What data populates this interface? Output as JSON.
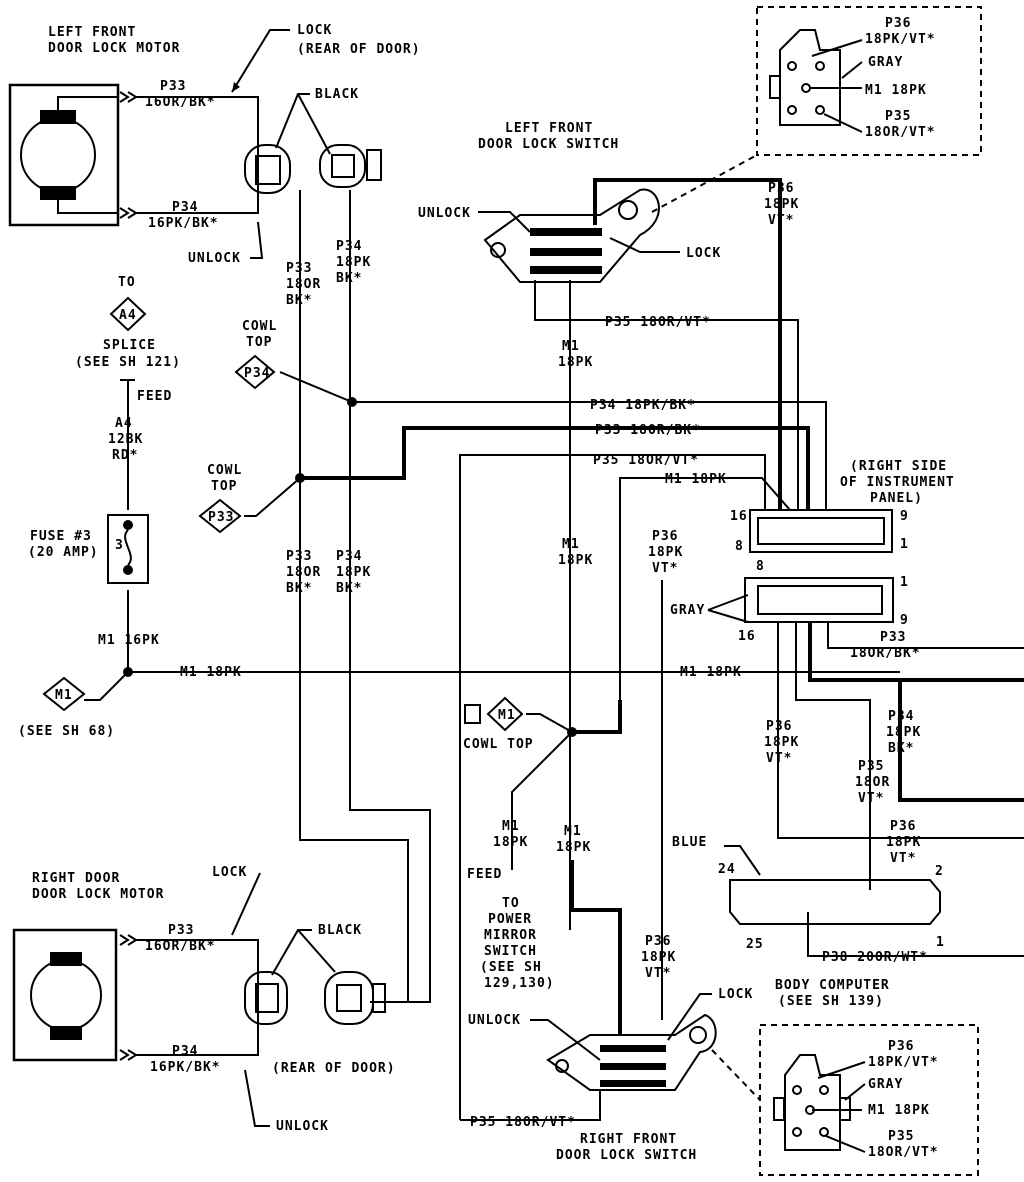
{
  "labels": {
    "lf_motor_title_1": "LEFT FRONT",
    "lf_motor_title_2": "DOOR LOCK MOTOR",
    "lf_lock": "LOCK",
    "lf_rear_of_door": "(REAR OF DOOR)",
    "lf_p33": "P33",
    "lf_p33_wire": "16OR/BK*",
    "lf_black": "BLACK",
    "lf_p34": "P34",
    "lf_p34_wire": "16PK/BK*",
    "lf_unlock": "UNLOCK",
    "v_p33_a": "P33",
    "v_p33_b": "18OR",
    "v_p33_c": "BK*",
    "v_p34_a": "P34",
    "v_p34_b": "18PK",
    "v_p34_c": "BK*",
    "to": "TO",
    "a4": "A4",
    "splice": "SPLICE",
    "see_sh_121": "(SEE SH 121)",
    "feed": "FEED",
    "a4_b": "A4",
    "a4_12bk": "12BK",
    "a4_rd": "RD*",
    "fuse3": "FUSE #3",
    "fuse_amp": "(20 AMP)",
    "fuse_pin": "3",
    "m1_16pk": "M1  16PK",
    "m1": "M1",
    "see_sh_68": "(SEE SH 68)",
    "cowl_top": "COWL",
    "cowl_top_2": "TOP",
    "p34_tag": "P34",
    "p33_tag": "P33",
    "lf_switch_1": "LEFT FRONT",
    "lf_switch_2": "DOOR LOCK SWITCH",
    "sw_unlock": "UNLOCK",
    "sw_lock": "LOCK",
    "inset_p36": "P36",
    "inset_p36_wire": "18PK/VT*",
    "inset_gray": "GRAY",
    "inset_m1": "M1  18PK",
    "inset_p35": "P35",
    "inset_p35_wire": "18OR/VT*",
    "p36_v1": "P36",
    "p36_v2": "18PK",
    "p36_v3": "VT*",
    "p35_h": "P35  18OR/VT*",
    "m1_v1": "M1",
    "m1_v2": "18PK",
    "bus_p34": "P34  18PK/BK*",
    "bus_p33": "P33  18OR/BK*",
    "bus_p35": "P35  18OR/VT*",
    "bus_m1": "M1  18PK",
    "rsip_1": "(RIGHT SIDE",
    "rsip_2": "OF INSTRUMENT",
    "rsip_3": "PANEL)",
    "pin16": "16",
    "pin9": "9",
    "pin8": "8",
    "pin1": "1",
    "pin8b": "8",
    "pin1b": "1",
    "gray": "GRAY",
    "pin16b": "16",
    "pin9b": "9",
    "m1_mid_v1": "M1",
    "m1_mid_v2": "18PK",
    "p36_mid_1": "P36",
    "p36_mid_2": "18PK",
    "p36_mid_3": "VT*",
    "m1_main": "M1  18PK",
    "m1_main_2": "M1  18PK",
    "p33_right": "P33",
    "p33_right_w": "18OR/BK*",
    "p34_right_1": "P34",
    "p34_right_2": "18PK",
    "p34_right_3": "BK*",
    "p36_r_1": "P36",
    "p36_r_2": "18PK",
    "p36_r_3": "VT*",
    "p35_r_1": "P35",
    "p35_r_2": "18OR",
    "p35_r_3": "VT*",
    "m1_cowl": "M1",
    "cowl_top_m1": "COWL TOP",
    "m1_feed_1": "M1",
    "m1_feed_2": "18PK",
    "feed_2": "FEED",
    "to_2": "TO",
    "power": "POWER",
    "mirror": "MIRROR",
    "switch": "SWITCH",
    "see_sh_2": "(SEE SH",
    "see_sh_3": "129,130)",
    "m1_low_1": "M1",
    "m1_low_2": "18PK",
    "blue": "BLUE",
    "p36_bc_1": "P36",
    "p36_bc_2": "18PK",
    "p36_bc_3": "VT*",
    "pin24": "24",
    "pin2": "2",
    "pin25": "25",
    "pin1c": "1",
    "p38": "P38  20OR/WT*",
    "rd_motor_1": "RIGHT DOOR",
    "rd_motor_2": "DOOR LOCK MOTOR",
    "rd_lock": "LOCK",
    "rd_p33": "P33",
    "rd_p33_w": "16OR/BK*",
    "rd_black": "BLACK",
    "rd_p34": "P34",
    "rd_p34_w": "16PK/BK*",
    "rd_rear": "(REAR OF DOOR)",
    "rd_unlock": "UNLOCK",
    "p36_lower_1": "P36",
    "p36_lower_2": "18PK",
    "p36_lower_3": "VT*",
    "rf_lock": "LOCK",
    "rf_unlock": "UNLOCK",
    "body_comp_1": "BODY COMPUTER",
    "body_comp_2": "(SEE SH 139)",
    "rf_p35": "P35  18OR/VT*",
    "rf_switch_1": "RIGHT FRONT",
    "rf_switch_2": "DOOR LOCK SWITCH",
    "in2_p36": "P36",
    "in2_p36_w": "18PK/VT*",
    "in2_gray": "GRAY",
    "in2_m1": "M1  18PK",
    "in2_p35": "P35",
    "in2_p35_w": "18OR/VT*"
  }
}
